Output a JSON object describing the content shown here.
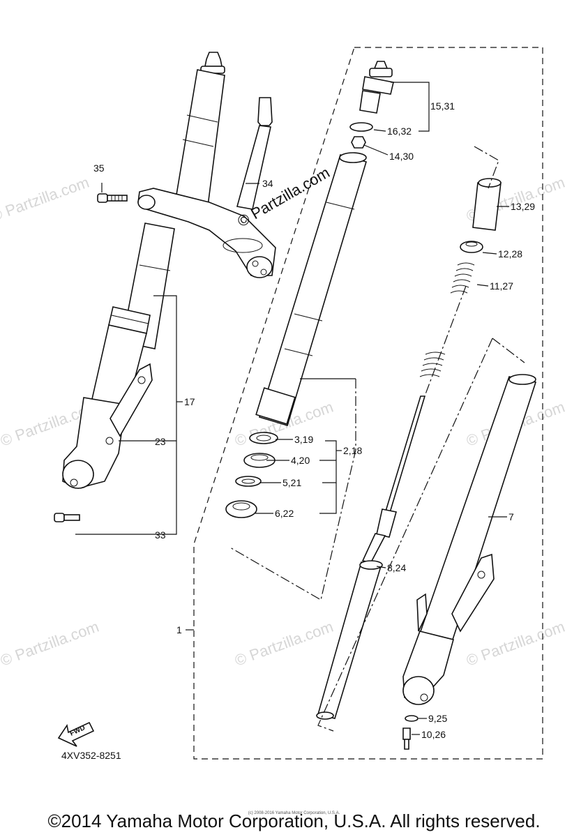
{
  "diagram": {
    "part_labels": {
      "p1": "1",
      "p7": "7",
      "p17": "17",
      "p23": "23",
      "p33": "33",
      "p34": "34",
      "p35": "35",
      "p2_18": "2,18",
      "p3_19": "3,19",
      "p4_20": "4,20",
      "p5_21": "5,21",
      "p6_22": "6,22",
      "p8_24": "8,24",
      "p9_25": "9,25",
      "p10_26": "10,26",
      "p11_27": "11,27",
      "p12_28": "12,28",
      "p13_29": "13,29",
      "p14_30": "14,30",
      "p15_31": "15,31",
      "p16_32": "16,32"
    },
    "direction_arrow": "FWD",
    "diagram_code": "4XV352-8251",
    "watermark": "© Partzilla.com",
    "center_watermark": "© Partzilla.com"
  },
  "footer": {
    "copyright": "©2014 Yamaha Motor Corporation, U.S.A. All rights reserved.",
    "small_credit": "(c) 2008-2016 Yamaha Motor Corporation, U.S.A."
  }
}
